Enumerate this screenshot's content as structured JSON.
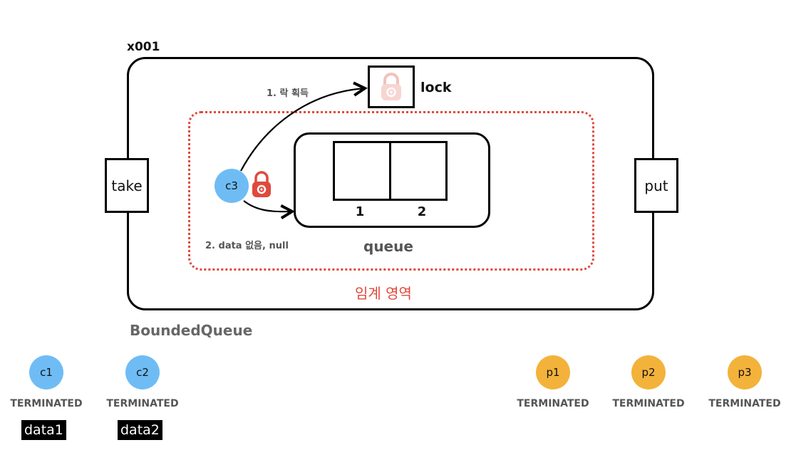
{
  "object_id": "x001",
  "ports": {
    "take": "take",
    "put": "put"
  },
  "lock": {
    "label": "lock",
    "icon": "padlock-icon",
    "state": "released",
    "color": "#f2c1bd"
  },
  "critical_section": {
    "label": "임계 영역",
    "color": "#e0493c"
  },
  "queue": {
    "label": "queue",
    "slots": [
      "1",
      "2"
    ]
  },
  "steps": {
    "acquire": "1. 락 획득",
    "no_data": "2. data 없음, null"
  },
  "bounded_queue_label": "BoundedQueue",
  "active_thread": {
    "name": "c3",
    "color": "#6fbcf5",
    "holding_lock_icon": "padlock-icon",
    "lock_color": "#e0493c"
  },
  "consumers": [
    {
      "name": "c1",
      "state": "TERMINATED",
      "result": "data1"
    },
    {
      "name": "c2",
      "state": "TERMINATED",
      "result": "data2"
    }
  ],
  "producers": [
    {
      "name": "p1",
      "state": "TERMINATED"
    },
    {
      "name": "p2",
      "state": "TERMINATED"
    },
    {
      "name": "p3",
      "state": "TERMINATED"
    }
  ],
  "colors": {
    "consumer": "#6fbcf5",
    "producer": "#f3b23a"
  }
}
